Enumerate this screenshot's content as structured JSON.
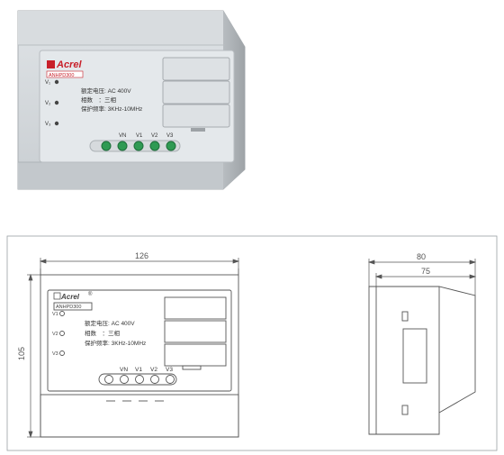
{
  "photo": {
    "brand": "Acrel",
    "model": "ANHPD300",
    "leds": [
      "V₁",
      "V₂",
      "V₃"
    ],
    "spec_lines": [
      "额定电压: AC 400V",
      "相数　：三相",
      "保护频率: 3KHz-10MHz"
    ],
    "terminals": [
      "VN",
      "V1",
      "V2",
      "V3"
    ]
  },
  "drawing": {
    "brand": "Acrel",
    "registered": "®",
    "model": "ANHPD300",
    "leds": [
      "V1",
      "V2",
      "V3"
    ],
    "spec_lines": [
      "额定电压: AC 400V",
      "相数　：三相",
      "保护频率: 3KHz-10MHz"
    ],
    "terminals": [
      "VN",
      "V1",
      "V2",
      "V3"
    ],
    "dimensions": {
      "width": "126",
      "height": "105",
      "depth_total": "80",
      "depth_body": "75"
    }
  },
  "colors": {
    "housing": "#cdd2d6",
    "panel": "#e3e7ea",
    "brand_red": "#c8202a",
    "terminal_green": "#2f9a53",
    "line": "#555555"
  }
}
